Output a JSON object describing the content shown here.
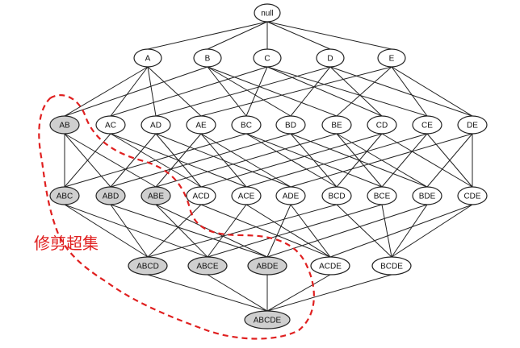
{
  "colors": {
    "pruned_fill": "#cfcfcf",
    "normal_fill": "#ffffff",
    "outline": "#222222",
    "annotation": "#e02020"
  },
  "annotation_label": "修剪超集",
  "levels": [
    [
      "null"
    ],
    [
      "A",
      "B",
      "C",
      "D",
      "E"
    ],
    [
      "AB",
      "AC",
      "AD",
      "AE",
      "BC",
      "BD",
      "BE",
      "CD",
      "CE",
      "DE"
    ],
    [
      "ABC",
      "ABD",
      "ABE",
      "ACD",
      "ACE",
      "ADE",
      "BCD",
      "BCE",
      "BDE",
      "CDE"
    ],
    [
      "ABCD",
      "ABCE",
      "ABDE",
      "ACDE",
      "BCDE"
    ],
    [
      "ABCDE"
    ]
  ],
  "pruned": [
    "AB",
    "ABC",
    "ABD",
    "ABE",
    "ABCD",
    "ABCE",
    "ABDE",
    "ABCDE"
  ]
}
